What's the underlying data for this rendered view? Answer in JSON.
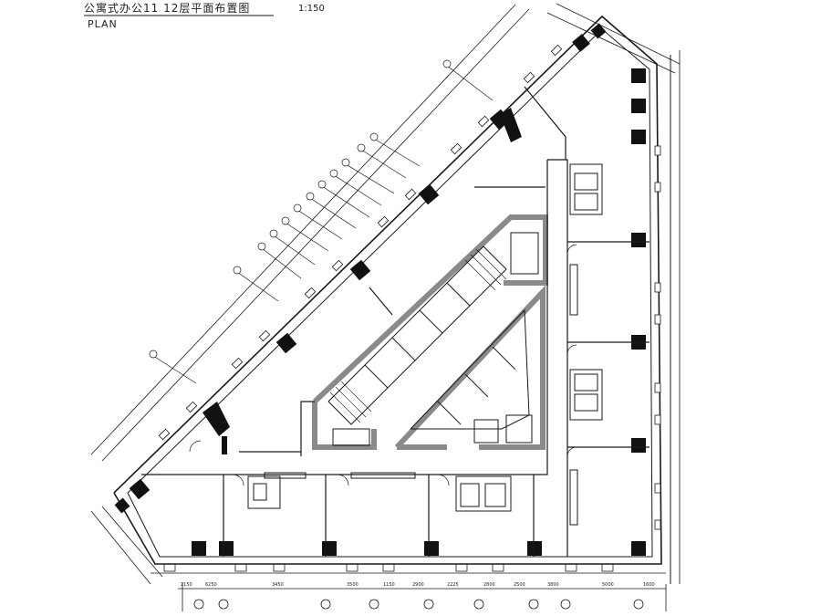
{
  "drawing": {
    "title": "公寓式办公11 12层平面布置图",
    "subtitle": "PLAN",
    "scale": "1:150"
  },
  "colors": {
    "line": "#1a1a1a",
    "core_wall": "#8a8a8a",
    "column": "#111111",
    "background": "#ffffff"
  },
  "bottom_dims": [
    "2150",
    "6250",
    "3450",
    "3500",
    "1150",
    "2900",
    "2225",
    "2800",
    "2500",
    "3800",
    "5000",
    "1600"
  ]
}
